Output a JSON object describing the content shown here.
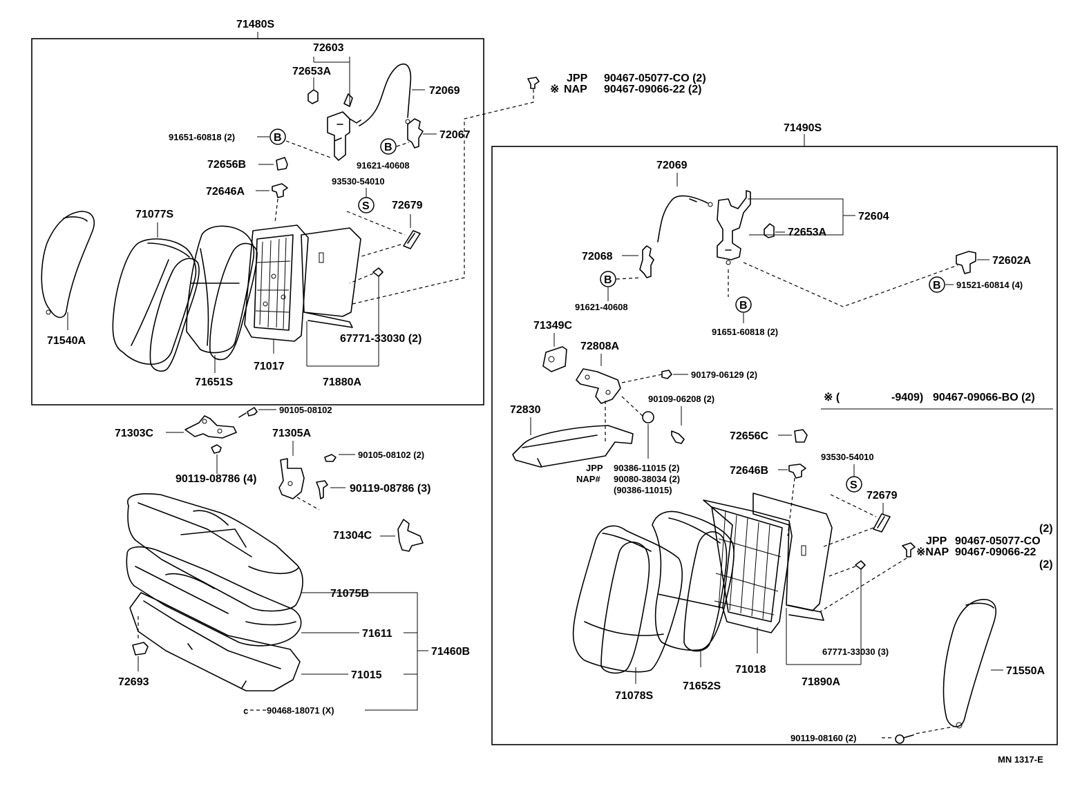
{
  "groups": {
    "left_assembly": "71480S",
    "right_assembly": "71490S",
    "seat_cushion_assembly": "71460B"
  },
  "fastener_note_top": {
    "jpp": "JPP",
    "nap": "NAP",
    "mark": "※",
    "jpp_part": "90467-05077-CO (2)",
    "nap_part": "90467-09066-22 (2)"
  },
  "fastener_note_right": {
    "qty_top": "(2)",
    "jpp": "JPP",
    "nap": "※NAP",
    "jpp_part": "90467-05077-CO",
    "nap_part": "90467-09066-22",
    "qty_bottom": "(2)"
  },
  "supersession_note": {
    "mark": "※ (",
    "range": "-9409)",
    "part": "90467-09066-BO (2)"
  },
  "callouts": {
    "c_B": "B",
    "c_S": "S"
  },
  "parts_left": {
    "p72603": "72603",
    "p72653A": "72653A",
    "p72069": "72069",
    "p72067": "72067",
    "p91651_60818": "91651-60818 (2)",
    "p91621_40608": "91621-40608",
    "p93530_54010": "93530-54010",
    "p72656B": "72656B",
    "p72646A": "72646A",
    "p72679": "72679",
    "p71077S": "71077S",
    "p71540A": "71540A",
    "p71651S": "71651S",
    "p71017": "71017",
    "p71880A": "71880A",
    "p67771_33030": "67771-33030 (2)"
  },
  "parts_hinge": {
    "p90105_08102": "90105-08102",
    "p71303C": "71303C",
    "p71305A": "71305A",
    "p90105_08102_2": "90105-08102 (2)",
    "p90119_08786_4": "90119-08786 (4)",
    "p90119_08786_3": "90119-08786 (3)",
    "p71304C": "71304C"
  },
  "parts_cushion": {
    "p71075B": "71075B",
    "p71611": "71611",
    "p71015": "71015",
    "p72693": "72693",
    "p90468_18071": "90468-18071 (X)"
  },
  "parts_right": {
    "p72069": "72069",
    "p72604": "72604",
    "p72653A": "72653A",
    "p72068": "72068",
    "p72602A": "72602A",
    "p91521_60814": "91521-60814 (4)",
    "p91621_40608": "91621-40608",
    "p91651_60818": "91651-60818 (2)",
    "p71349C": "71349C",
    "p72808A": "72808A",
    "p90179_06129": "90179-06129 (2)",
    "p90109_06208": "90109-06208 (2)",
    "p72830": "72830",
    "p72656C": "72656C",
    "p93530_54010": "93530-54010",
    "p72646B": "72646B",
    "p72679": "72679",
    "p90386_11015": "90386-11015 (2)",
    "jpp": "JPP",
    "nap_hash": "NAP#",
    "p90080_38034": "90080-38034 (2)",
    "p90386_alt": "(90386-11015)",
    "p71078S": "71078S",
    "p71652S": "71652S",
    "p71018": "71018",
    "p71890A": "71890A",
    "p67771_33030_3": "67771-33030 (3)",
    "p71550A": "71550A",
    "p90119_08160": "90119-08160 (2)"
  },
  "page_code": "MN 1317-E"
}
